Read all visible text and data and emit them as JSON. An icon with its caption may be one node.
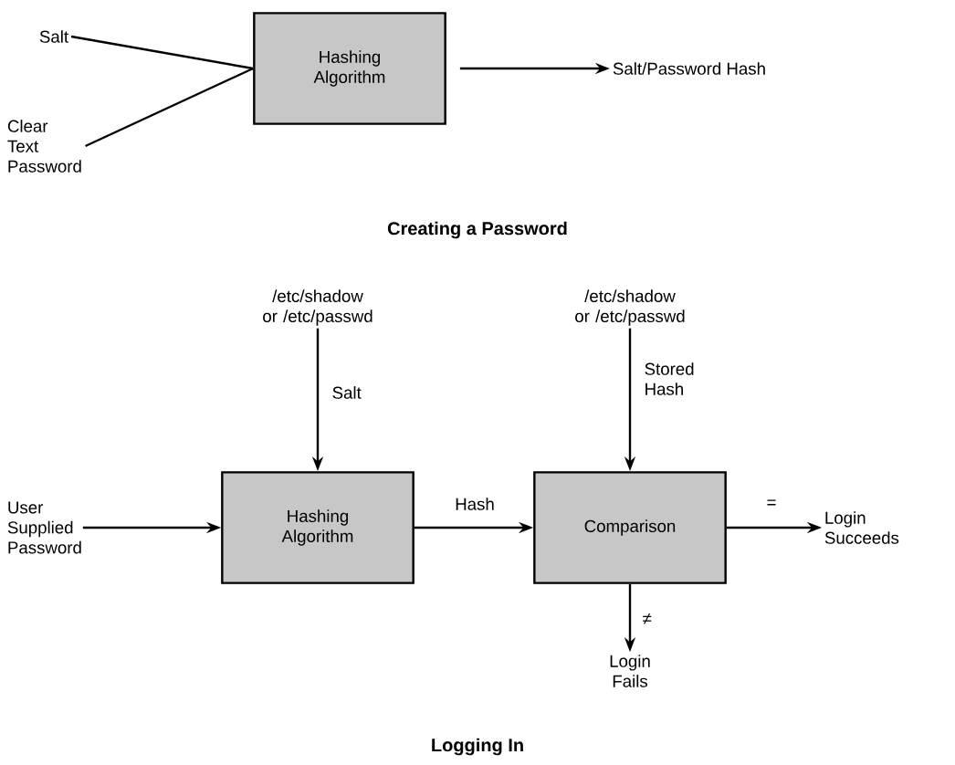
{
  "diagram": {
    "nodes": [
      {
        "text": [
          "Salt"
        ]
      },
      {
        "text": [
          "Clear Text Password"
        ]
      },
      {
        "text": [
          "Hashing Algorithm"
        ]
      },
      {
        "text": [
          "Salt/Password Hash"
        ]
      },
      {
        "text": [
          "/etc/shadow or /etc/passwd"
        ]
      },
      {
        "text": [
          "/etc/shadow or /etc/passwd"
        ]
      },
      {
        "text": [
          "User Supplied Password"
        ]
      },
      {
        "text": [
          "Hashing Algorithm"
        ]
      },
      {
        "text": [
          "Comparison"
        ]
      },
      {
        "text": [
          "Login Succeeds"
        ]
      },
      {
        "text": [
          "Login Fails"
        ]
      }
    ],
    "edges": [
      {
        "from": 0,
        "to": 2,
        "arrow": "none"
      },
      {
        "from": 1,
        "to": 2,
        "arrow": "none"
      },
      {
        "from": 2,
        "to": 3,
        "arrow": "to"
      },
      {
        "from": 4,
        "to": 7,
        "arrow": "to",
        "label": "Salt"
      },
      {
        "from": 6,
        "to": 7,
        "arrow": "to"
      },
      {
        "from": 7,
        "to": 8,
        "arrow": "to",
        "label": "Hash"
      },
      {
        "from": 5,
        "to": 8,
        "arrow": "to",
        "label": "Stored Hash"
      },
      {
        "from": 8,
        "to": 9,
        "arrow": "to",
        "label": "="
      },
      {
        "from": 8,
        "to": 10,
        "arrow": "to",
        "label": "≠"
      }
    ],
    "labels": [
      "Creating a Password",
      "Logging In"
    ]
  }
}
